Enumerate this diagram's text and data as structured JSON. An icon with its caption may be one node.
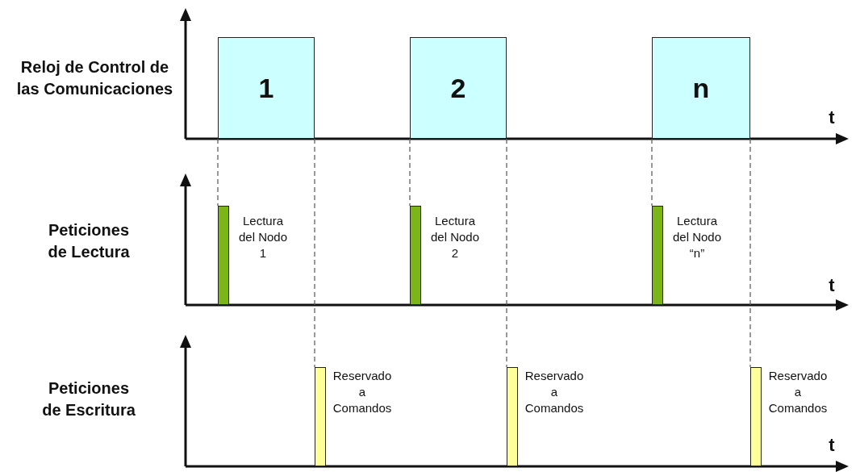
{
  "diagram": {
    "nodes": [
      {
        "text": [
          "1"
        ]
      },
      {
        "text": [
          "2"
        ]
      },
      {
        "text": [
          "n"
        ]
      },
      {
        "text": [],
        "shape": "bar",
        "beside": [
          "Lectura del Nodo 1"
        ]
      },
      {
        "text": [],
        "shape": "bar",
        "beside": [
          "Lectura del Nodo 2"
        ]
      },
      {
        "text": [],
        "shape": "bar",
        "beside": [
          "Lectura del Nodo “n”"
        ]
      },
      {
        "text": [],
        "shape": "bar",
        "beside": [
          "Reservado a Comandos"
        ]
      },
      {
        "text": [],
        "shape": "bar",
        "beside": [
          "Reservado a Comandos"
        ]
      },
      {
        "text": [],
        "shape": "bar",
        "beside": [
          "Reservado a Comandos"
        ]
      }
    ],
    "edges": [
      {
        "from": 0,
        "to": 3,
        "arrow": "none",
        "style": "dashed"
      },
      {
        "from": 0,
        "to": 6,
        "arrow": "none",
        "style": "dashed"
      },
      {
        "from": 1,
        "to": 4,
        "arrow": "none",
        "style": "dashed"
      },
      {
        "from": 1,
        "to": 7,
        "arrow": "none",
        "style": "dashed"
      },
      {
        "from": 2,
        "to": 5,
        "arrow": "none",
        "style": "dashed"
      },
      {
        "from": 2,
        "to": 8,
        "arrow": "none",
        "style": "dashed"
      }
    ],
    "labels": [
      "Reloj de Control de las Comunicaciones",
      "t",
      "Peticiones de Lectura",
      "t",
      "Peticiones de Escritura",
      "t"
    ]
  }
}
